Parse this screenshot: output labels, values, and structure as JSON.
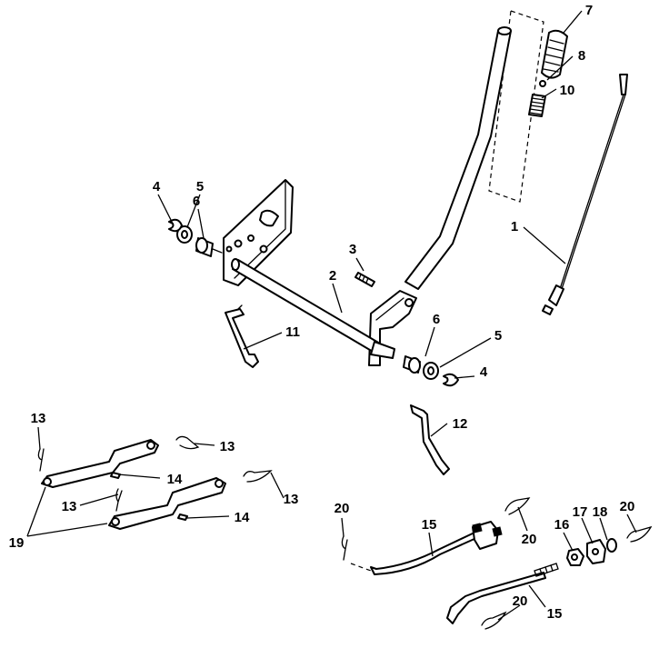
{
  "callouts": [
    {
      "id": "c1",
      "text": "1"
    },
    {
      "id": "c2",
      "text": "2"
    },
    {
      "id": "c3",
      "text": "3"
    },
    {
      "id": "c4a",
      "text": "4"
    },
    {
      "id": "c4b",
      "text": "4"
    },
    {
      "id": "c5a",
      "text": "5"
    },
    {
      "id": "c5b",
      "text": "5"
    },
    {
      "id": "c6a",
      "text": "6"
    },
    {
      "id": "c6b",
      "text": "6"
    },
    {
      "id": "c7",
      "text": "7"
    },
    {
      "id": "c8",
      "text": "8"
    },
    {
      "id": "c10",
      "text": "10"
    },
    {
      "id": "c11",
      "text": "11"
    },
    {
      "id": "c12",
      "text": "12"
    },
    {
      "id": "c13a",
      "text": "13"
    },
    {
      "id": "c13b",
      "text": "13"
    },
    {
      "id": "c13c",
      "text": "13"
    },
    {
      "id": "c13d",
      "text": "13"
    },
    {
      "id": "c14a",
      "text": "14"
    },
    {
      "id": "c14b",
      "text": "14"
    },
    {
      "id": "c15a",
      "text": "15"
    },
    {
      "id": "c15b",
      "text": "15"
    },
    {
      "id": "c16",
      "text": "16"
    },
    {
      "id": "c17",
      "text": "17"
    },
    {
      "id": "c18",
      "text": "18"
    },
    {
      "id": "c19",
      "text": "19"
    },
    {
      "id": "c20a",
      "text": "20"
    },
    {
      "id": "c20b",
      "text": "20"
    },
    {
      "id": "c20c",
      "text": "20"
    },
    {
      "id": "c20d",
      "text": "20"
    }
  ]
}
